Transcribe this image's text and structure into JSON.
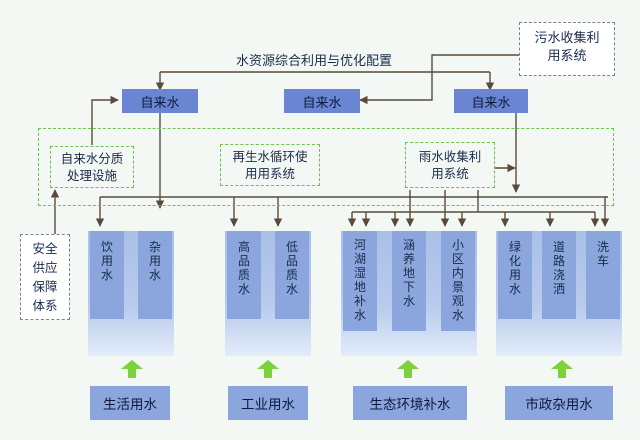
{
  "title": "水资源综合利用与优化配置",
  "sewage_system": "污水收集利用系统",
  "safety_system": "安全供应保障体系",
  "sources": [
    "自来水",
    "自来水",
    "自来水"
  ],
  "facilities": [
    "自来水分质处理设施",
    "再生水循环使用用系统",
    "雨水收集利用系统"
  ],
  "uses": [
    {
      "label": "饮用水"
    },
    {
      "label": "杂用水"
    },
    {
      "label": "高品质水"
    },
    {
      "label": "低品质水"
    },
    {
      "label": "河湖湿地补水"
    },
    {
      "label": "涵养地下水"
    },
    {
      "label": "小区内景观水"
    },
    {
      "label": "绿化用水"
    },
    {
      "label": "道路浇洒"
    },
    {
      "label": "洗车"
    }
  ],
  "categories": [
    "生活用水",
    "工业用水",
    "生态环境补水",
    "市政杂用水"
  ],
  "colors": {
    "source": "#6a86d3",
    "column": "#8aa6dd",
    "arrow": "#7cd13c",
    "green_dash": "#6cc24a",
    "line": "#5a4a3a"
  }
}
